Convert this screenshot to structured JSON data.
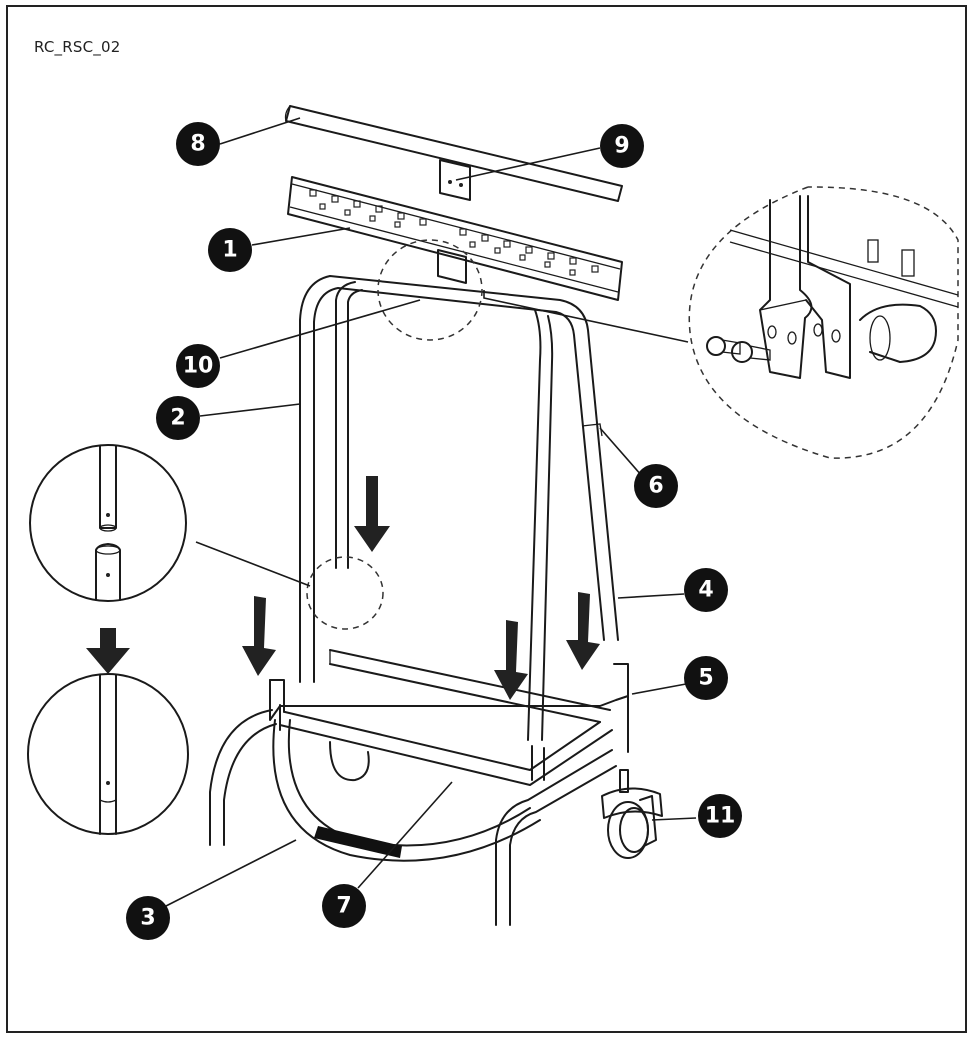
{
  "document": {
    "code": "RC_RSC_02"
  },
  "callouts": [
    {
      "id": "8",
      "label": "8"
    },
    {
      "id": "9",
      "label": "9"
    },
    {
      "id": "1",
      "label": "1"
    },
    {
      "id": "10",
      "label": "10"
    },
    {
      "id": "2",
      "label": "2"
    },
    {
      "id": "6",
      "label": "6"
    },
    {
      "id": "4",
      "label": "4"
    },
    {
      "id": "5",
      "label": "5"
    },
    {
      "id": "11",
      "label": "11"
    },
    {
      "id": "3",
      "label": "3"
    },
    {
      "id": "7",
      "label": "7"
    }
  ],
  "colors": {
    "line": "#1a1a1a",
    "callout_fill": "#111111",
    "callout_text": "#ffffff",
    "arrow": "#222222"
  }
}
